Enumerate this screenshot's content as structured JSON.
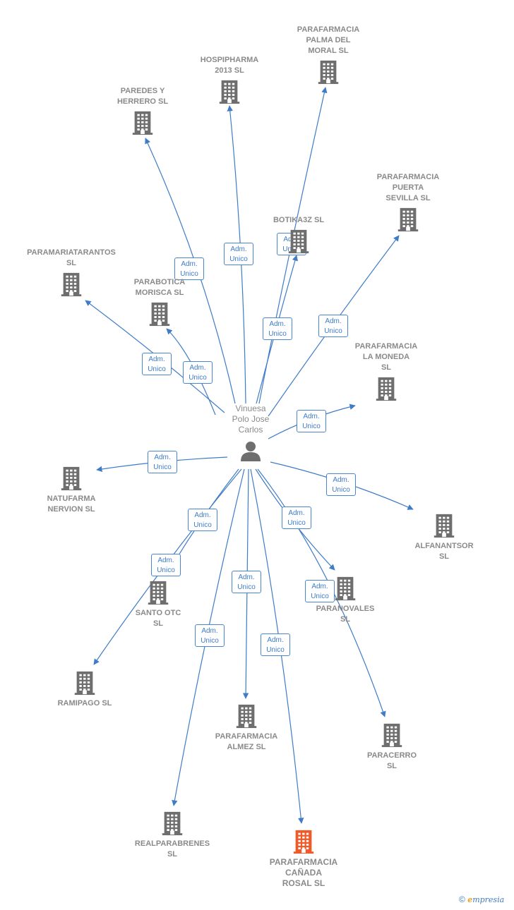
{
  "person": {
    "name": "Vinuesa\nPolo Jose\nCarlos"
  },
  "role_label": "Adm.\nUnico",
  "colors": {
    "edge": "#3f7cc7",
    "building": "#6e6e6e",
    "highlight": "#f05a28",
    "label": "#8a8a8a"
  },
  "companies": [
    {
      "name": "PARAFARMACIA\nPALMA DEL\nMORAL SL"
    },
    {
      "name": "HOSPIPHARMA\n2013 SL"
    },
    {
      "name": "PAREDES Y\nHERRERO SL"
    },
    {
      "name": "BOTIKA3Z SL"
    },
    {
      "name": "PARAFARMACIA\nPUERTA\nSEVILLA SL"
    },
    {
      "name": "PARAMARIATARANTOS\nSL"
    },
    {
      "name": "PARABOTICA\nMORISCA SL"
    },
    {
      "name": "PARAFARMACIA\nLA MONEDA\nSL"
    },
    {
      "name": "NATUFARMA\nNERVION SL"
    },
    {
      "name": "ALFANANTSOR\nSL"
    },
    {
      "name": "SANTO OTC\nSL"
    },
    {
      "name": "PARANOVALES\nSL"
    },
    {
      "name": "RAMIPAGO SL"
    },
    {
      "name": "PARAFARMACIA\nALMEZ SL"
    },
    {
      "name": "PARACERRO\nSL"
    },
    {
      "name": "REALPARABRENES\nSL"
    },
    {
      "name": "PARAFARMACIA\nCAÑADA\nROSAL SL",
      "highlight": true
    }
  ],
  "footer": {
    "copyright": "©",
    "brand_e": "e",
    "brand_rest": "mpresia"
  }
}
